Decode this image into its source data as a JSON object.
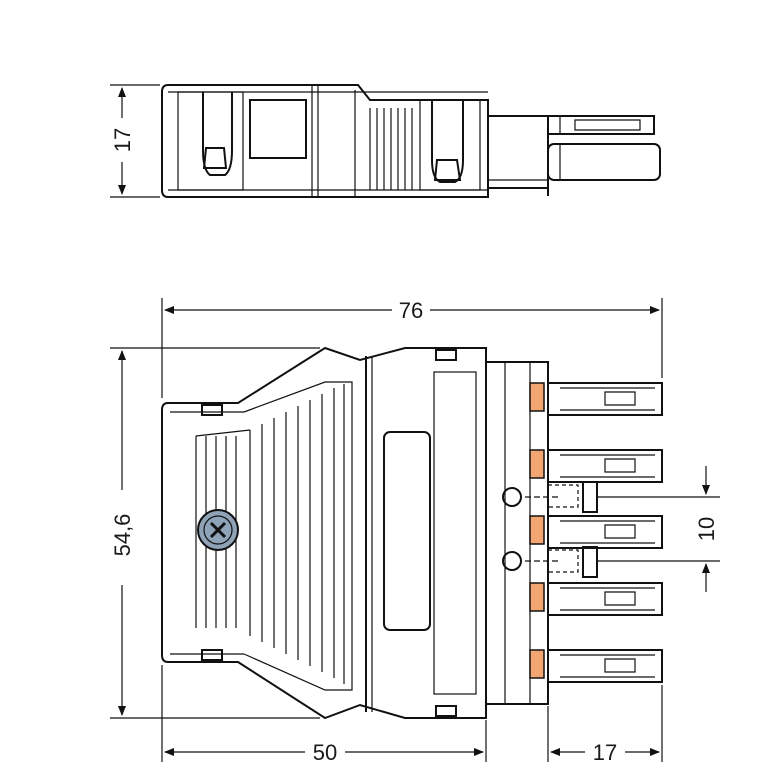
{
  "dimensions": {
    "top_height": "17",
    "total_width": "76",
    "total_height": "54,6",
    "body_width": "50",
    "pin_length": "17",
    "pitch": "10"
  },
  "colors": {
    "line": "#111111",
    "contact": "#f4a672",
    "screw": "#8fa3b8",
    "background": "#ffffff"
  },
  "icons": {
    "screw": "cross-screw-icon"
  }
}
